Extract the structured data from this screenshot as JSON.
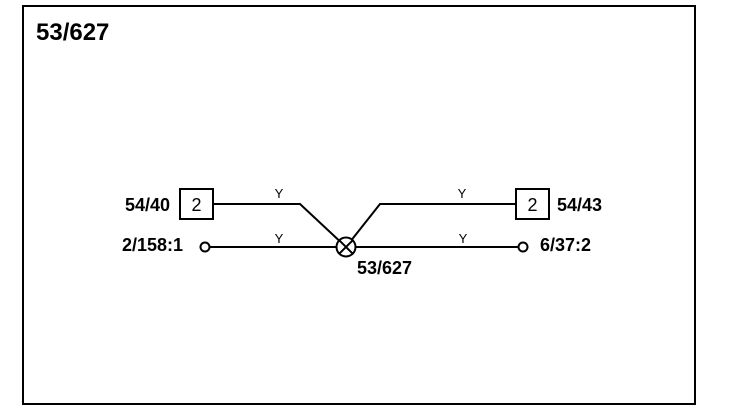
{
  "diagram": {
    "title": "53/627",
    "splice": {
      "label": "53/627"
    },
    "connectors": {
      "left_top": {
        "ref": "54/40",
        "pin": "2"
      },
      "right_top": {
        "ref": "54/43",
        "pin": "2"
      },
      "left_bottom": {
        "ref": "2/158:1"
      },
      "right_bottom": {
        "ref": "6/37:2"
      }
    },
    "wires": {
      "left_top_color": "Y",
      "right_top_color": "Y",
      "left_bottom_color": "Y",
      "right_bottom_color": "Y"
    },
    "colors": {
      "line": "#000000",
      "background": "#ffffff"
    }
  }
}
